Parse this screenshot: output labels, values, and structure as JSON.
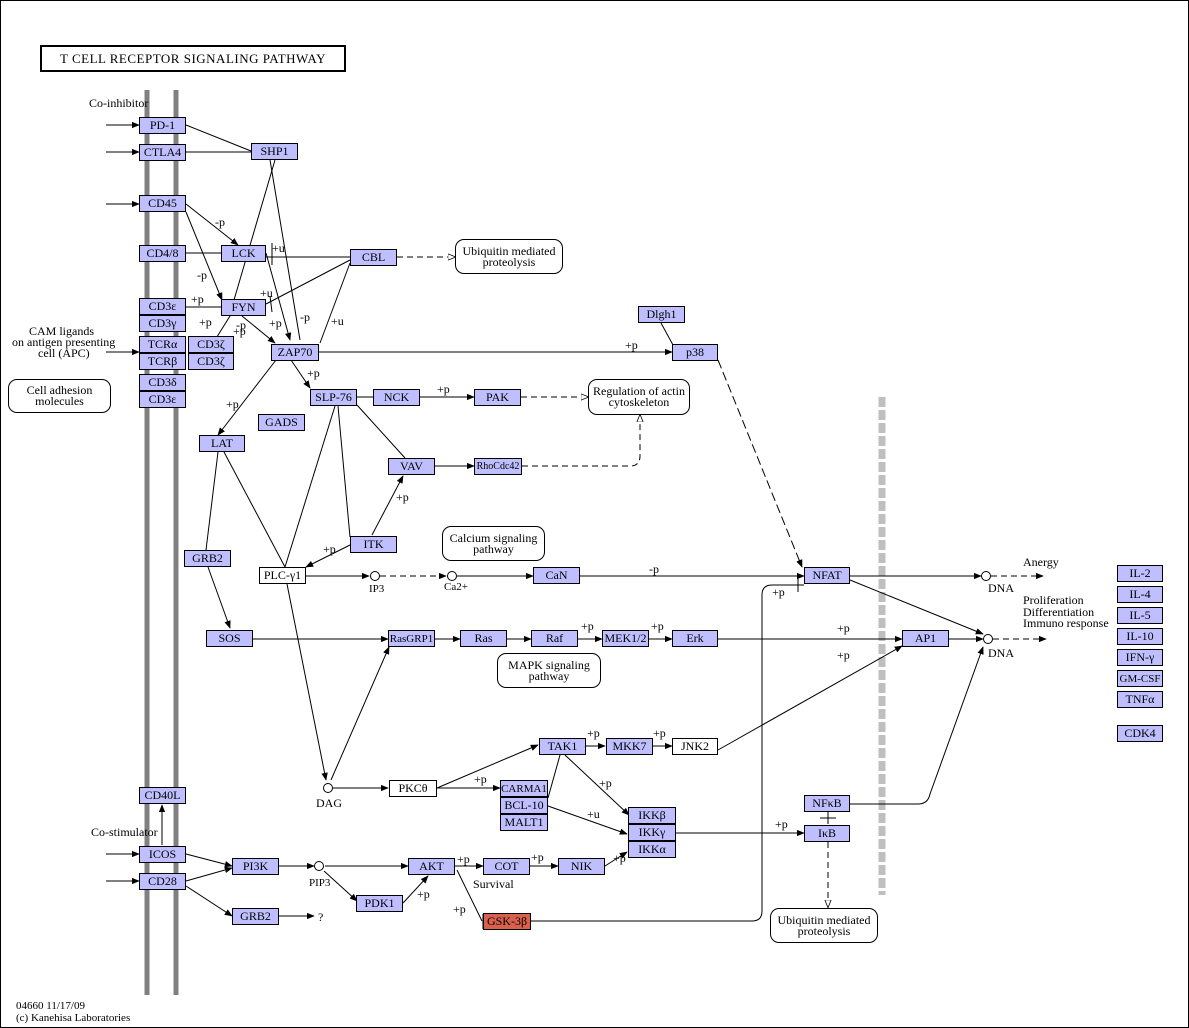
{
  "title": "T CELL RECEPTOR SIGNALING PATHWAY",
  "footer": {
    "line1": "04660 11/17/09",
    "line2": "(c) Kanehisa Laboratories"
  },
  "nodes": {
    "pd1": "PD-1",
    "ctla4": "CTLA4",
    "cd45": "CD45",
    "cd48": "CD4/8",
    "cd3e_a": "CD3ε",
    "cd3g": "CD3γ",
    "tcra": "TCRα",
    "tcrb": "TCRβ",
    "cd3d": "CD3δ",
    "cd3e_b": "CD3ε",
    "cd3z_a": "CD3ζ",
    "cd3z_b": "CD3ζ",
    "shp1": "SHP1",
    "lck": "LCK",
    "fyn": "FYN",
    "cbl": "CBL",
    "zap70": "ZAP70",
    "dlgh1": "Dlgh1",
    "p38": "p38",
    "slp76": "SLP-76",
    "nck": "NCK",
    "pak": "PAK",
    "gads": "GADS",
    "lat": "LAT",
    "vav": "VAV",
    "rhocdc42": "RhoCdc42",
    "itk": "ITK",
    "grb2_a": "GRB2",
    "plcg1": "PLC-γ1",
    "can": "CaN",
    "nfat": "NFAT",
    "sos": "SOS",
    "rasgrp1": "RasGRP1",
    "ras": "Ras",
    "raf": "Raf",
    "mek12": "MEK1/2",
    "erk": "Erk",
    "ap1": "AP1",
    "tak1": "TAK1",
    "mkk7": "MKK7",
    "jnk2": "JNK2",
    "pkcth": "PKCθ",
    "carma1": "CARMA1",
    "bcl10": "BCL-10",
    "malt1": "MALT1",
    "ikkb": "IKKβ",
    "ikkg": "IKKγ",
    "ikka": "IKKα",
    "nfkb": "NFκB",
    "ikb": "IκB",
    "cd40l": "CD40L",
    "icos": "ICOS",
    "cd28": "CD28",
    "pi3k": "PI3K",
    "grb2_b": "GRB2",
    "pdk1": "PDK1",
    "akt": "AKT",
    "cot": "COT",
    "nik": "NIK",
    "gsk3b": "GSK-3β",
    "il2": "IL-2",
    "il4": "IL-4",
    "il5": "IL-5",
    "il10": "IL-10",
    "ifng": "IFN-γ",
    "gmcsf": "GM-CSF",
    "tnfa": "TNFα",
    "cdk4": "CDK4"
  },
  "boxes": {
    "ubiq1": "Ubiquitin mediated\nproteolysis",
    "actin": "Regulation of actin\ncytoskeleton",
    "cell_adhesion": "Cell adhesion\nmolecules",
    "calcium": "Calcium signaling\npathway",
    "mapk": "MAPK signaling\npathway",
    "ubiq2": "Ubiquitin mediated\nproteolysis"
  },
  "labels": {
    "co_inhibitor": "Co-inhibitor",
    "co_stimulator": "Co-stimulator",
    "cam1": "CAM ligands",
    "cam2": "on antigen presenting",
    "cam3": "cell (APC)",
    "ip3": "IP3",
    "ca": "Ca2+",
    "dag": "DAG",
    "pip3": "PIP3",
    "survival": "Survival",
    "dna1": "DNA",
    "dna2": "DNA",
    "anergy": "Anergy",
    "prolif": "Proliferation",
    "diff": "Differentiation",
    "immuno": "Immuno response",
    "qmark": "?"
  },
  "edge_labels": {
    "p1": "+p",
    "p2": "+p",
    "p3": "+p",
    "p4": "+p",
    "p5": "+p",
    "p6": "+p",
    "p7": "+p",
    "p8": "+p",
    "p9": "+p",
    "p10": "+p",
    "p11": "+p",
    "p12": "+p",
    "p13": "+p",
    "p14": "+p",
    "p15": "+p",
    "p16": "+p",
    "p17": "+p",
    "p18": "+p",
    "p19": "+p",
    "p20": "+p",
    "p21": "+p",
    "p22": "+p",
    "p23": "+p",
    "p24": "+p",
    "p25": "+p",
    "u1": "+u",
    "u2": "+u",
    "u3": "+u",
    "u4": "+u",
    "m1": "-p",
    "m2": "-p",
    "m3": "-p",
    "m4": "-p",
    "m5": "-p"
  },
  "colors": {
    "gene": "#bfbfff",
    "highlight": "#d9604e",
    "membrane": "#808080",
    "nuclear_membrane": "#bfbfbf"
  }
}
